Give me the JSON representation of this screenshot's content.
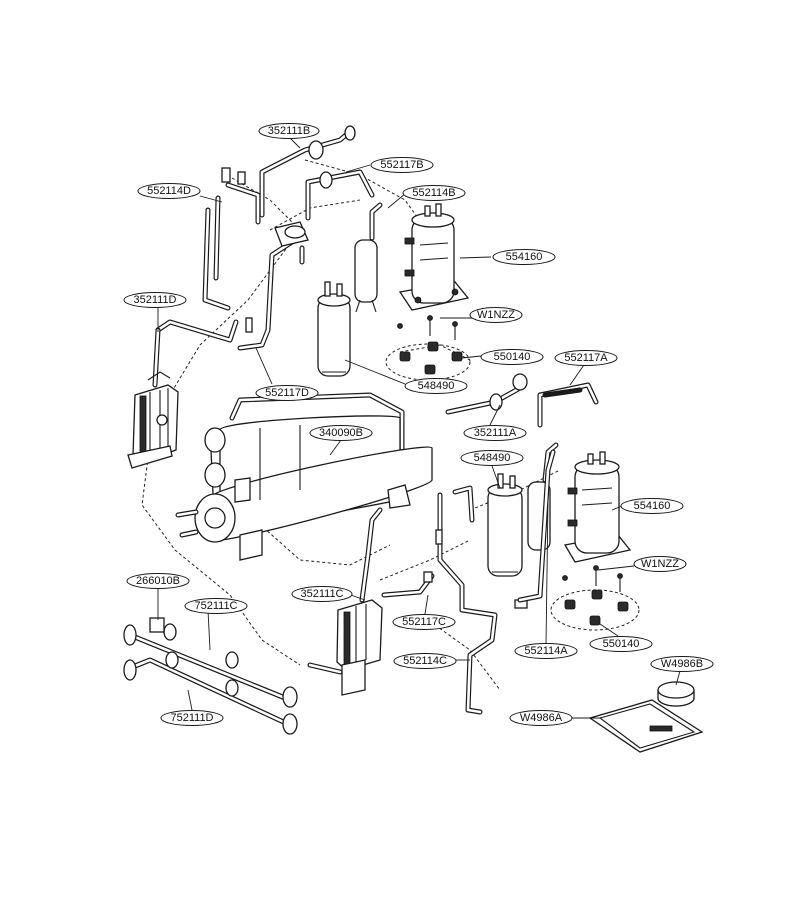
{
  "labels": {
    "p352111B": "352111B",
    "p552117B": "552117B",
    "p552114D": "552114D",
    "p552114B": "552114B",
    "p554160_top": "554160",
    "p352111D": "352111D",
    "pW1NZZ_top": "W1NZZ",
    "p550140_top": "550140",
    "p552117A": "552117A",
    "p552117D": "552117D",
    "p548490_top": "548490",
    "p352111A": "352111A",
    "p340090B": "340090B",
    "p548490_bottom": "548490",
    "p554160_bottom": "554160",
    "pW1NZZ_bottom": "W1NZZ",
    "p266010B": "266010B",
    "p752111C": "752111C",
    "p352111C": "352111C",
    "p552117C": "552117C",
    "p550140_bottom": "550140",
    "p552114A": "552114A",
    "p552114C": "552114C",
    "pW4986B": "W4986B",
    "pW4986A": "W4986A",
    "p752111D": "752111D"
  }
}
